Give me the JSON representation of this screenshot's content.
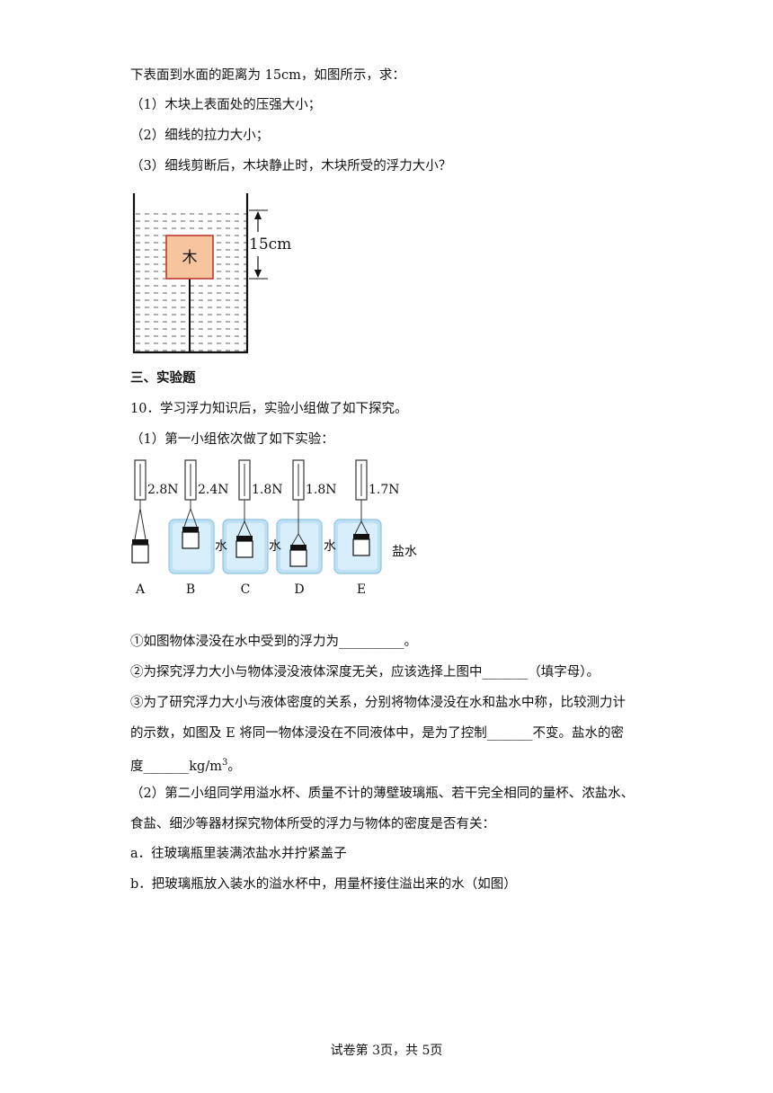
{
  "lines": {
    "l1": "下表面到水面的距离为 15cm，如图所示，求：",
    "l2": "（1）木块上表面处的压强大小；",
    "l3": "（2）细线的拉力大小；",
    "l4": "（3）细线剪断后，木块静止时，木块所受的浮力大小？",
    "section3": "三、实验题",
    "q10": "10．学习浮力知识后，实验小组做了如下探究。",
    "q10_1": "（1）第一小组依次做了如下实验：",
    "blank1": "①如图物体浸没在水中受到的浮力为__________。",
    "blank2": "②为探究浮力大小与物体浸没液体深度无关，应该选择上图中_______（填字母）。",
    "blank3": "③为了研究浮力大小与液体密度的关系，分别将物体浸没在水和盐水中称，比较测力计",
    "blank3b": "的示数，如图及 E 将同一物体浸没在不同液体中，是为了控制_______不变。盐水的密",
    "blank3c_pre": "度_______kg/m",
    "blank3c_sup": "3",
    "blank3c_post": "。",
    "q10_2a": "（2）第二小组同学用溢水杯、质量不计的薄壁玻璃瓶、若干完全相同的量杯、浓盐水、",
    "q10_2b": "食盐、细沙等器材探究物体所受的浮力与物体的密度是否有关：",
    "stepA": "a．往玻璃瓶里装满浓盐水并拧紧盖子",
    "stepB": "b．把玻璃瓶放入装水的溢水杯中，用量杯接住溢出来的水（如图）"
  },
  "figure1": {
    "block_label": "木",
    "depth_label": "15cm"
  },
  "figure2": {
    "readings": [
      "2.8N",
      "2.4N",
      "1.8N",
      "1.8N",
      "1.7N"
    ],
    "letters": [
      "A",
      "B",
      "C",
      "D",
      "E"
    ],
    "liquid_labels": [
      "水",
      "水",
      "水",
      "盐水"
    ]
  },
  "footer": "试卷第 3页，共 5页",
  "colors": {
    "block_fill": "#f6c49e",
    "block_stroke": "#c0392b",
    "water": "#bfe0f3",
    "water_dark": "#8cc4e6"
  }
}
